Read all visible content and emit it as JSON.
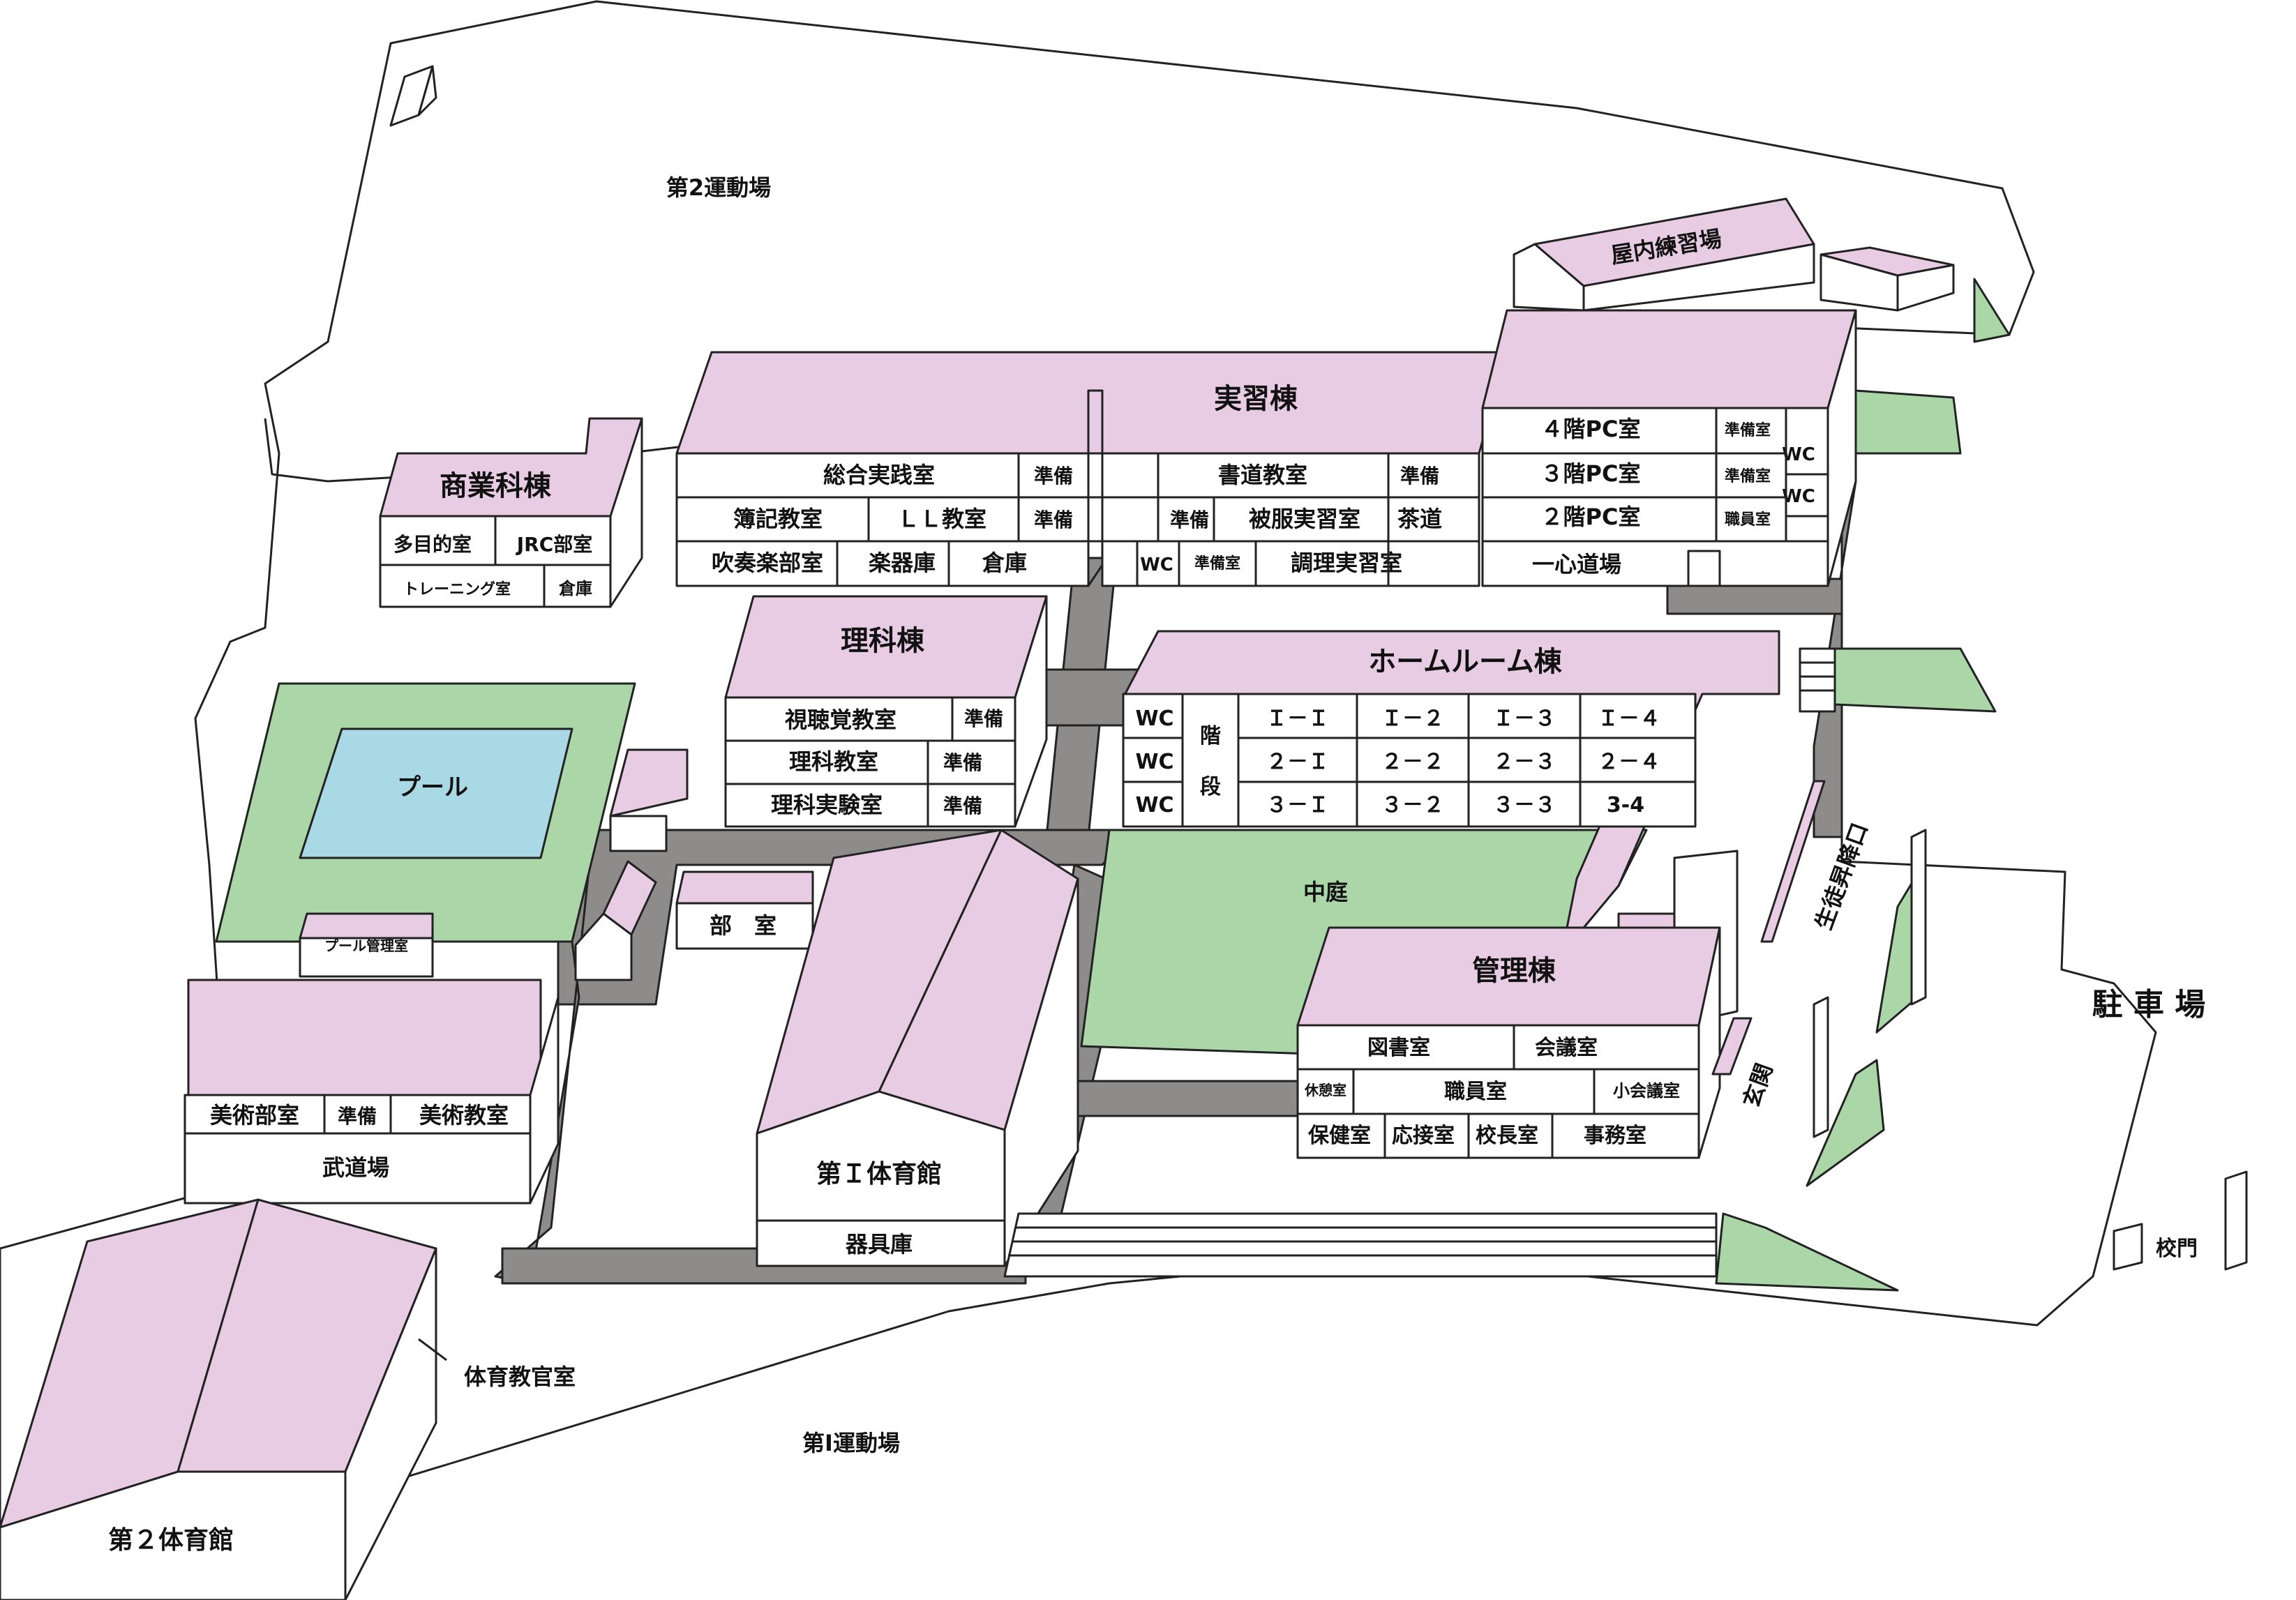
{
  "colors": {
    "roof": "#e8cce3",
    "wall": "#ffffff",
    "grass": "#abd7a8",
    "pool": "#aad9e6",
    "path": "#8e8b8b",
    "line": "#222222"
  },
  "areas": {
    "ground2": "第2運動場",
    "ground1": "第Ⅰ運動場",
    "parking": "駐 車 場",
    "courtyard": "中庭",
    "pool": "プール",
    "gate": "校門",
    "student_entrance": "生徒昇降口",
    "entrance": "玄関",
    "pe_office": "体育教官室"
  },
  "buildings": {
    "indoor_practice": "屋内練習場",
    "jisshu": {
      "title": "実習棟",
      "rooms": [
        "総合実践室",
        "準備",
        "書道教室",
        "準備",
        "簿記教室",
        "ＬＬ教室",
        "準備",
        "準備",
        "被服実習室",
        "茶道",
        "吹奏楽部室",
        "楽器庫",
        "倉庫",
        "WC",
        "準備室",
        "調理実習室"
      ]
    },
    "pc": {
      "rooms": [
        "４階PC室",
        "準備室",
        "WC",
        "３階PC室",
        "準備室",
        "WC",
        "２階PC室",
        "職員室",
        "一心道場"
      ]
    },
    "shogyo": {
      "title": "商業科棟",
      "rooms": [
        "多目的室",
        "JRC部室",
        "トレーニング室",
        "倉庫"
      ]
    },
    "rika": {
      "title": "理科棟",
      "rooms": [
        "視聴覚教室",
        "準備",
        "理科教室",
        "準備",
        "理科実験室",
        "準備"
      ]
    },
    "homeroom": {
      "title": "ホームルーム棟",
      "wc": [
        "WC",
        "WC",
        "WC"
      ],
      "stairs": [
        "階",
        "段"
      ],
      "classes": [
        "Ｉ－Ｉ",
        "Ｉ－２",
        "Ｉ－３",
        "Ｉ－４",
        "２－Ｉ",
        "２－２",
        "２－３",
        "２－４",
        "３－Ｉ",
        "３－２",
        "３－３",
        "3-4"
      ]
    },
    "kanri": {
      "title": "管理棟",
      "rooms": [
        "図書室",
        "会議室",
        "休憩室",
        "職員室",
        "小会議室",
        "保健室",
        "応接室",
        "校長室",
        "事務室"
      ]
    },
    "pool_office": "プール管理室",
    "bushitsu": "部　室",
    "budojo": {
      "rooms": [
        "美術部室",
        "準備",
        "美術教室"
      ],
      "name": "武道場"
    },
    "gym1": {
      "name": "第Ｉ体育館",
      "storage": "器具庫"
    },
    "gym2": "第２体育館"
  }
}
